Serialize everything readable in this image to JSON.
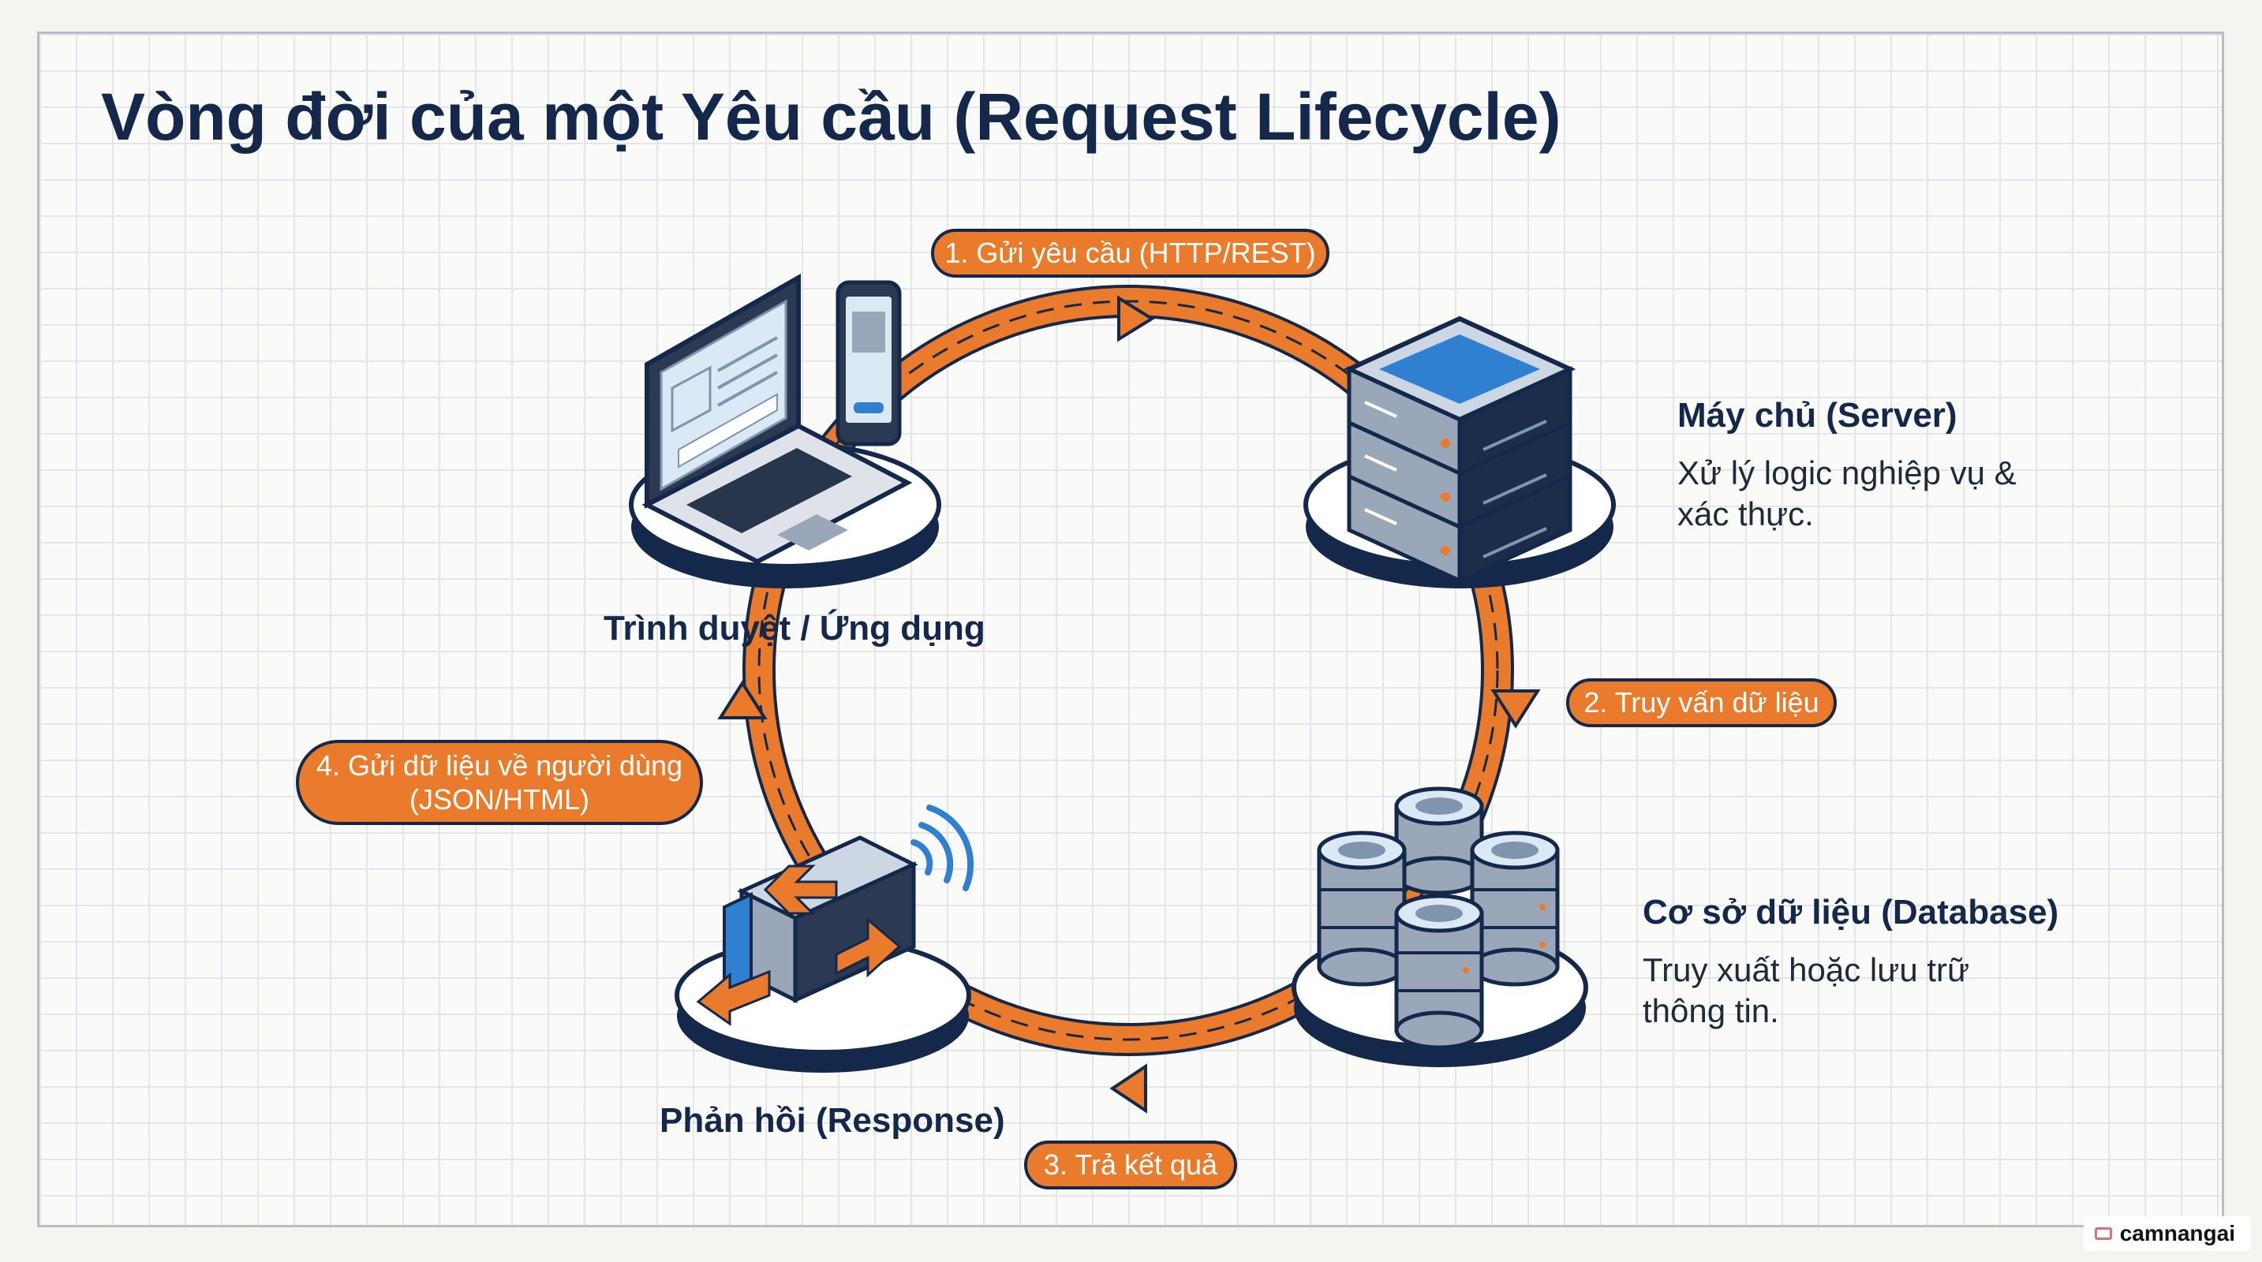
{
  "title": "Vòng đời của một Yêu cầu (Request Lifecycle)",
  "steps": {
    "s1": {
      "label": "1. Gửi yêu cầu (HTTP/REST)"
    },
    "s2": {
      "label": "2. Truy vấn dữ liệu"
    },
    "s3": {
      "label": "3. Trả kết quả"
    },
    "s4": {
      "line1": "4. Gửi dữ liệu về người dùng",
      "line2": "(JSON/HTML)"
    }
  },
  "nodes": {
    "client": {
      "label": "Trình duyệt / Ứng dụng",
      "icon": "laptop-phone-icon"
    },
    "server": {
      "title": "Máy chủ (Server)",
      "desc_line1": "Xử lý logic nghiệp vụ &",
      "desc_line2": "xác thực.",
      "icon": "server-rack-icon"
    },
    "database": {
      "title": "Cơ sở dữ liệu (Database)",
      "desc_line1": "Truy xuất hoặc lưu trữ",
      "desc_line2": "thông tin.",
      "icon": "database-icon"
    },
    "response": {
      "label": "Phản hồi (Response)",
      "icon": "response-transfer-icon"
    }
  },
  "watermark": {
    "text": "camnangai"
  },
  "colors": {
    "navy": "#13284a",
    "orange": "#ea7b2d",
    "steel": "#7f94ad",
    "blue": "#2f80d1"
  }
}
